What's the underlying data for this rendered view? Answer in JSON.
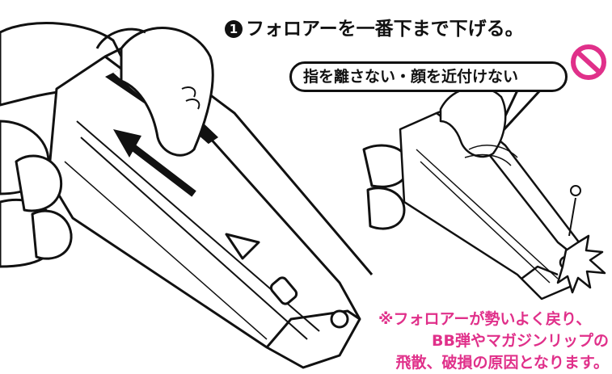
{
  "step": {
    "number": "❶",
    "title": "フォロアーを一番下まで下げる。"
  },
  "warning": {
    "bubble_text": "指を離さない・顔を近付けない",
    "icon": "prohibited-icon",
    "color": "#e0308a"
  },
  "note": {
    "lines": [
      "※フォロアーが勢いよく戻り、",
      "BB弾やマガジンリップの",
      "飛散、破損の原因となります。"
    ]
  }
}
